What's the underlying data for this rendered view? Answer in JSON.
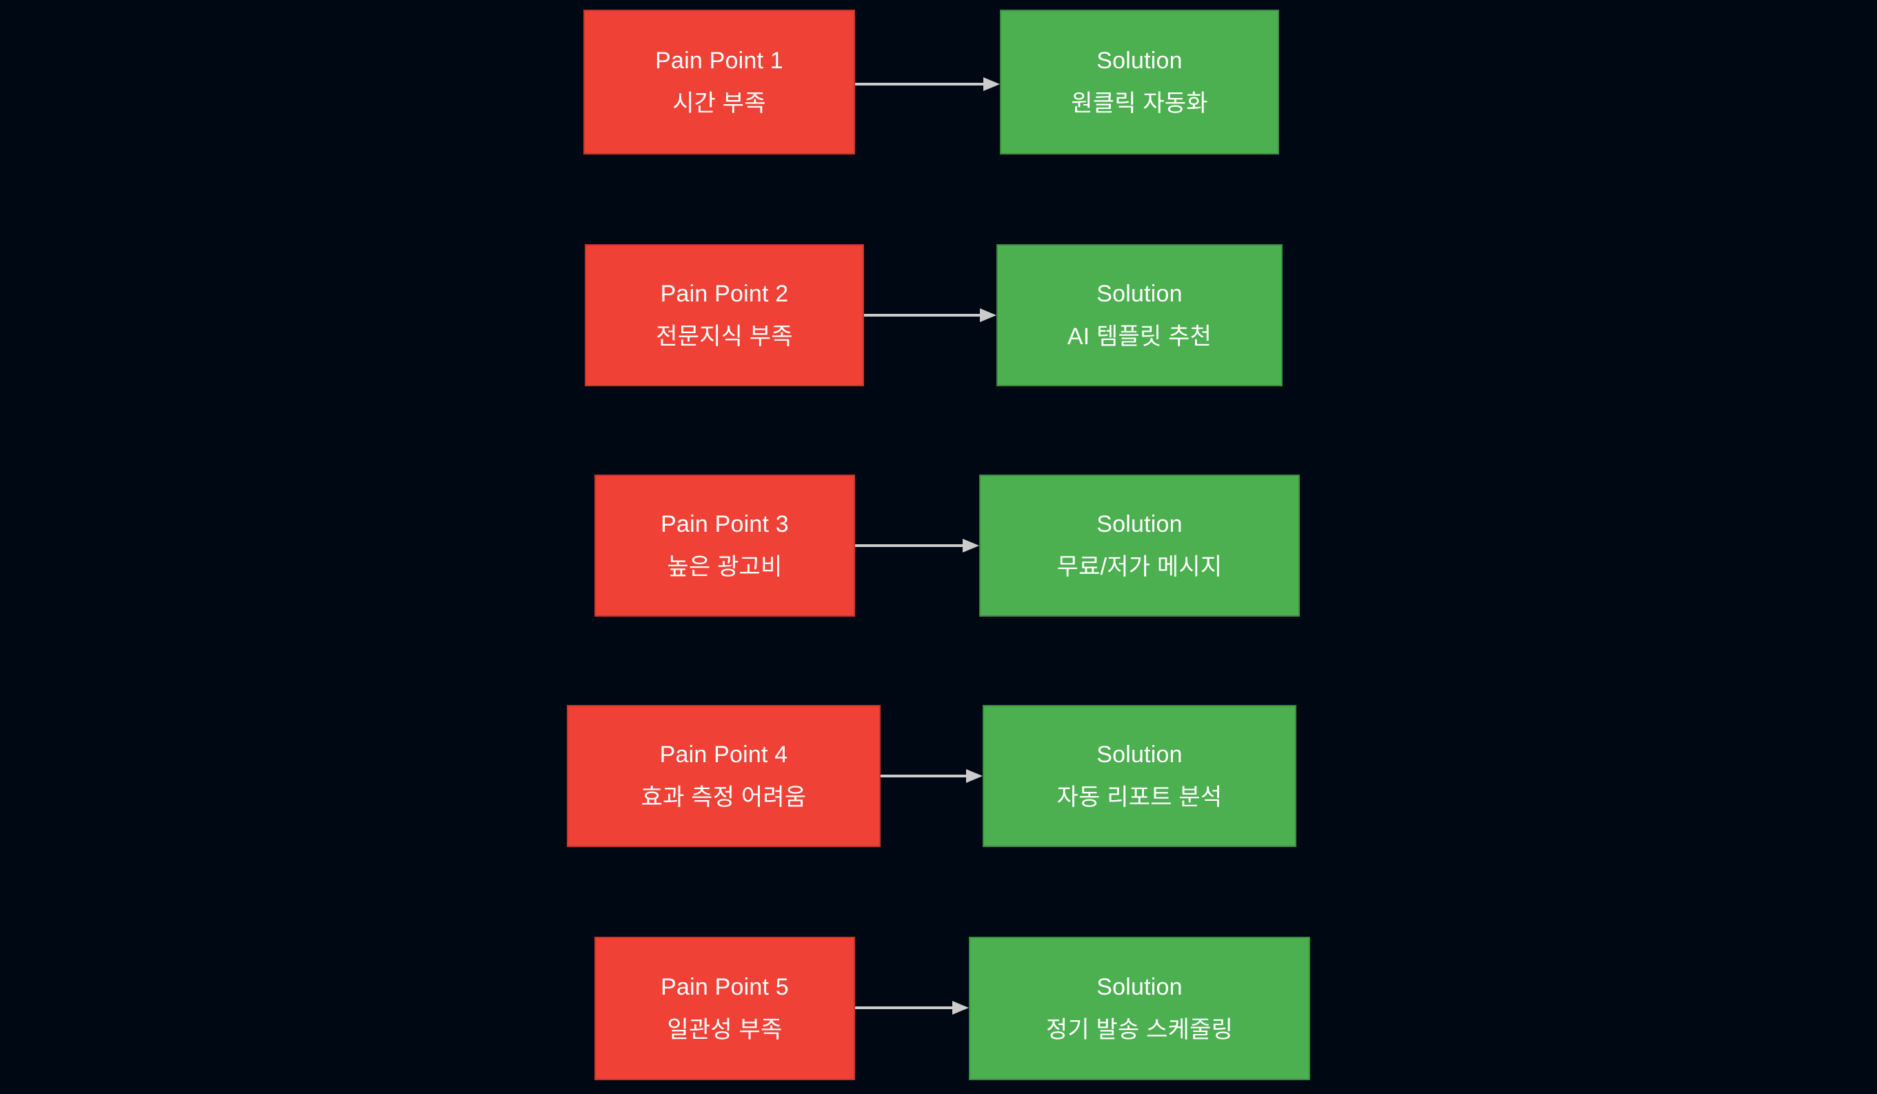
{
  "diagram": {
    "type": "flowchart",
    "background_color": "#000913",
    "pain_color": "#EF4136",
    "pain_border_color": "#C9342B",
    "solution_color": "#4CAF50",
    "solution_border_color": "#3C8C40",
    "edge_color": "#CCCCCC",
    "text_color": "#FFFFFF",
    "rows": [
      {
        "pain": {
          "line1": "Pain Point 1",
          "line2": "시간 부족"
        },
        "solution": {
          "line1": "Solution",
          "line2": "원클릭 자동화"
        },
        "edge_label": ""
      },
      {
        "pain": {
          "line1": "Pain Point 2",
          "line2": "전문지식 부족"
        },
        "solution": {
          "line1": "Solution",
          "line2": "AI 템플릿 추천"
        },
        "edge_label": ""
      },
      {
        "pain": {
          "line1": "Pain Point 3",
          "line2": "높은 광고비"
        },
        "solution": {
          "line1": "Solution",
          "line2": "무료/저가 메시지"
        },
        "edge_label": ""
      },
      {
        "pain": {
          "line1": "Pain Point 4",
          "line2": "효과 측정 어려움"
        },
        "solution": {
          "line1": "Solution",
          "line2": "자동 리포트 분석"
        },
        "edge_label": ""
      },
      {
        "pain": {
          "line1": "Pain Point 5",
          "line2": "일관성 부족"
        },
        "solution": {
          "line1": "Solution",
          "line2": "정기 발송 스케줄링"
        },
        "edge_label": ""
      }
    ]
  }
}
